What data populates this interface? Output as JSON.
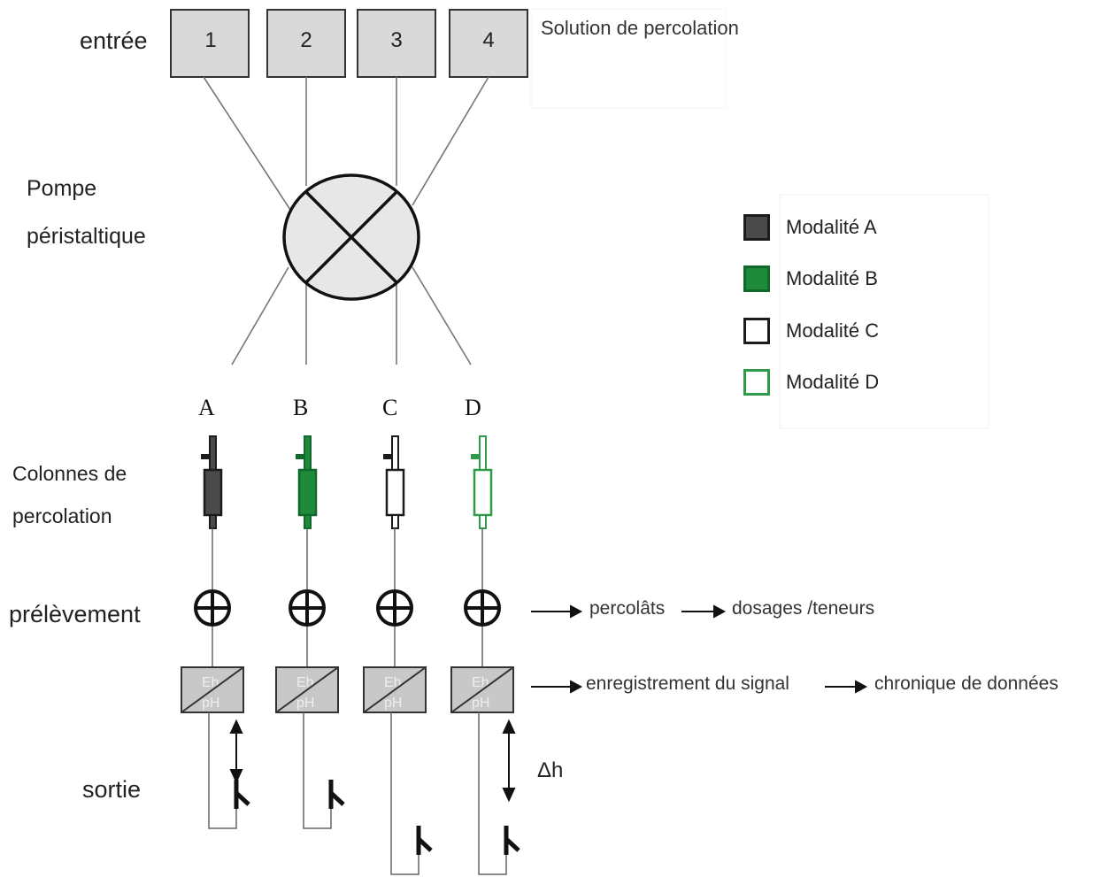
{
  "labels": {
    "entree": "entrée",
    "solution": "Solution de percolation",
    "pompe_line1": "Pompe",
    "pompe_line2": "péristaltique",
    "colonnes_line1": "Colonnes de",
    "colonnes_line2": "percolation",
    "prelevement": "prélèvement",
    "sortie": "sortie",
    "percolats": "percolâts",
    "dosages": "dosages /teneurs",
    "enregistrement": "enregistrement du signal",
    "chronique": "chronique de données",
    "delta_h": "Δh",
    "sensor_top": "Eh",
    "sensor_bottom": "pH"
  },
  "inputs": [
    "1",
    "2",
    "3",
    "4"
  ],
  "columns": [
    {
      "letter": "A",
      "modality": "Modalité A",
      "fill": "#4a4a4a",
      "stroke": "#1c1c1c"
    },
    {
      "letter": "B",
      "modality": "Modalité B",
      "fill": "#1e8a3a",
      "stroke": "#10692a"
    },
    {
      "letter": "C",
      "modality": "Modalité C",
      "fill": "#ffffff",
      "stroke": "#1c1c1c"
    },
    {
      "letter": "D",
      "modality": "Modalité D",
      "fill": "#ffffff",
      "stroke": "#2e9a4a"
    }
  ]
}
